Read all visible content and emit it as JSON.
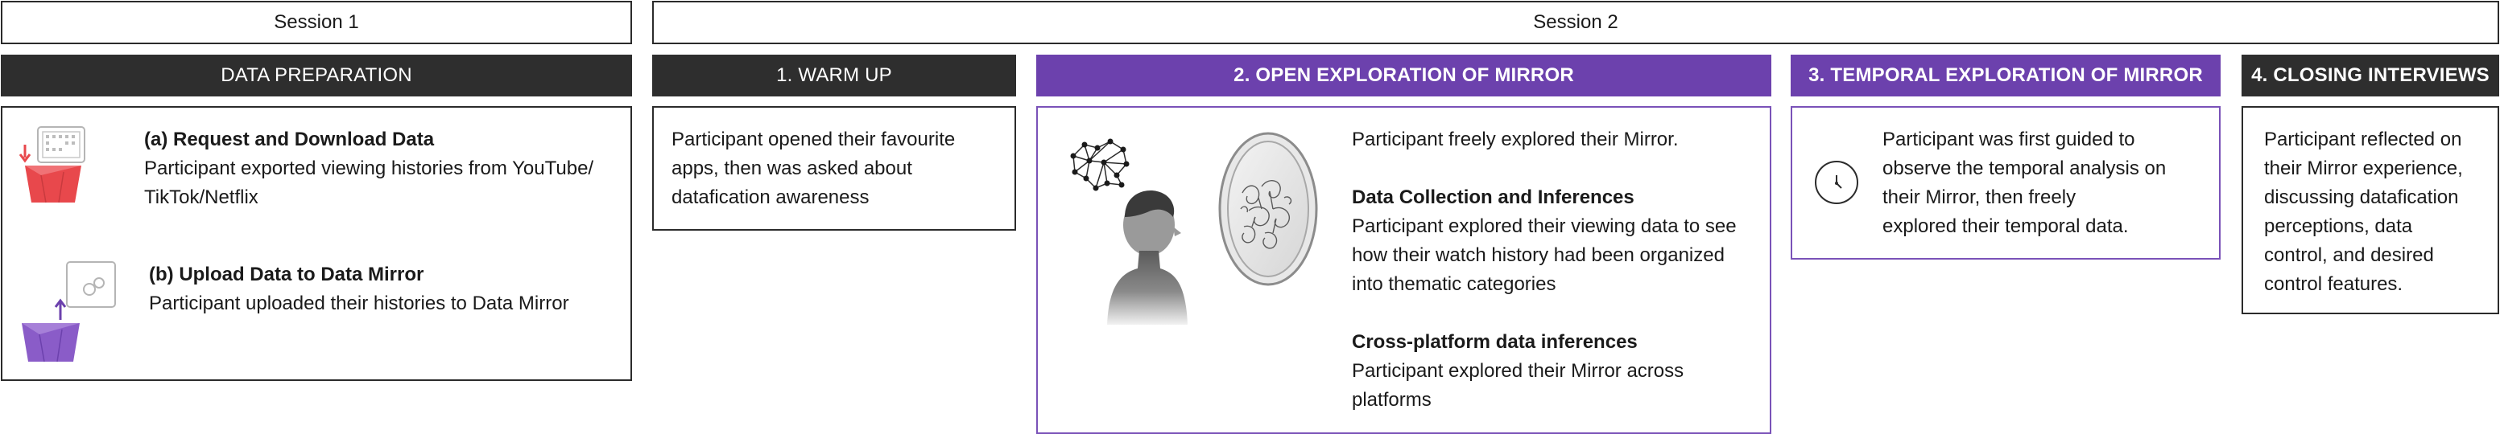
{
  "sessions": {
    "s1": "Session 1",
    "s2": "Session 2"
  },
  "phases": {
    "prep": "DATA PREPARATION",
    "warmup": "1. WARM UP",
    "open": "2. OPEN EXPLORATION OF MIRROR",
    "temporal": "3. TEMPORAL EXPLORATION OF MIRROR",
    "closing": "4. CLOSING INTERVIEWS"
  },
  "prep": {
    "a_title": "(a) Request and Download Data",
    "a_body_1": "Participant exported viewing histories from YouTube/",
    "a_body_2": "TikTok/Netflix",
    "b_title": "(b) Upload Data to Data Mirror",
    "b_body": "Participant uploaded their histories to Data Mirror"
  },
  "warmup": {
    "line1": "Participant opened their favourite",
    "line2": "apps, then was asked about",
    "line3": "datafication awareness"
  },
  "open": {
    "intro": "Participant freely explored their Mirror.",
    "dc_title": "Data Collection and Inferences",
    "dc_1": "Participant explored their viewing data to see",
    "dc_2": "how their watch history had been organized",
    "dc_3": "into thematic categories",
    "cp_title": "Cross-platform data inferences",
    "cp_1": "Participant explored their Mirror across",
    "cp_2": "platforms"
  },
  "temporal": {
    "line1": "Participant was first guided to",
    "line2": "observe the temporal analysis on",
    "line3": "their Mirror, then freely",
    "line4": "explored their temporal data."
  },
  "closing": {
    "line1": "Participant reflected on",
    "line2": "their Mirror experience,",
    "line3": "discussing datafication",
    "line4": "perceptions, data",
    "line5": "control, and desired",
    "line6": "control features."
  },
  "icons": [
    "takeout-box-download-icon",
    "takeout-box-upload-icon",
    "network-brain-icon",
    "person-silhouette-icon",
    "mirror-icon",
    "clock-icon"
  ],
  "colors": {
    "dark_header": "#2e2e2e",
    "purple_accent": "#6c41ad",
    "red_box": "#e8484c",
    "purple_box": "#8a5cc8"
  }
}
